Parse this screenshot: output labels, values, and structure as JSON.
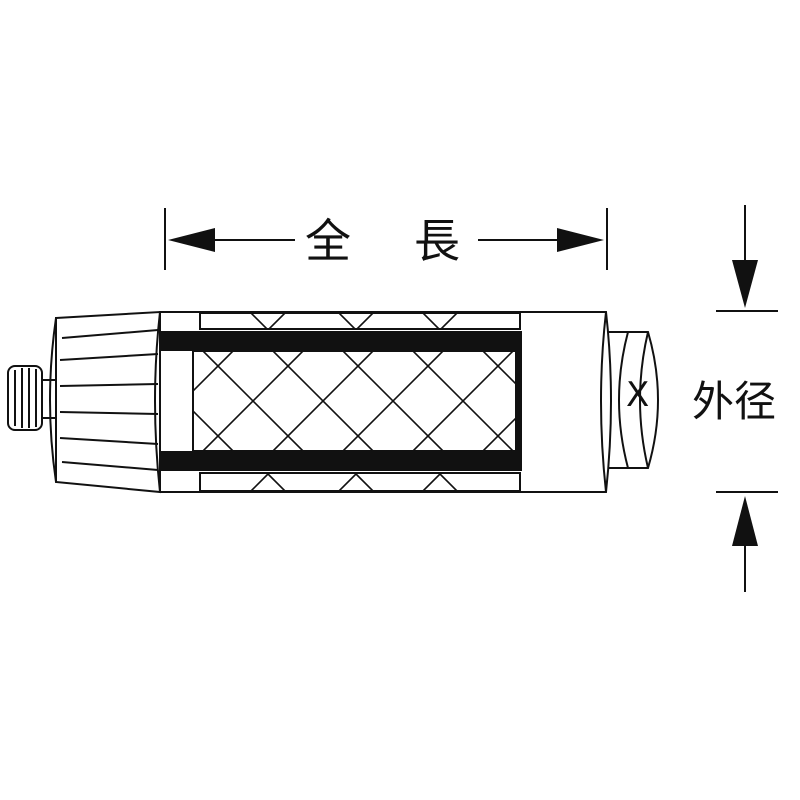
{
  "labels": {
    "length_char_1": "全",
    "length_char_2": "長",
    "outer_diameter": "外径",
    "cap_mark": "X"
  }
}
